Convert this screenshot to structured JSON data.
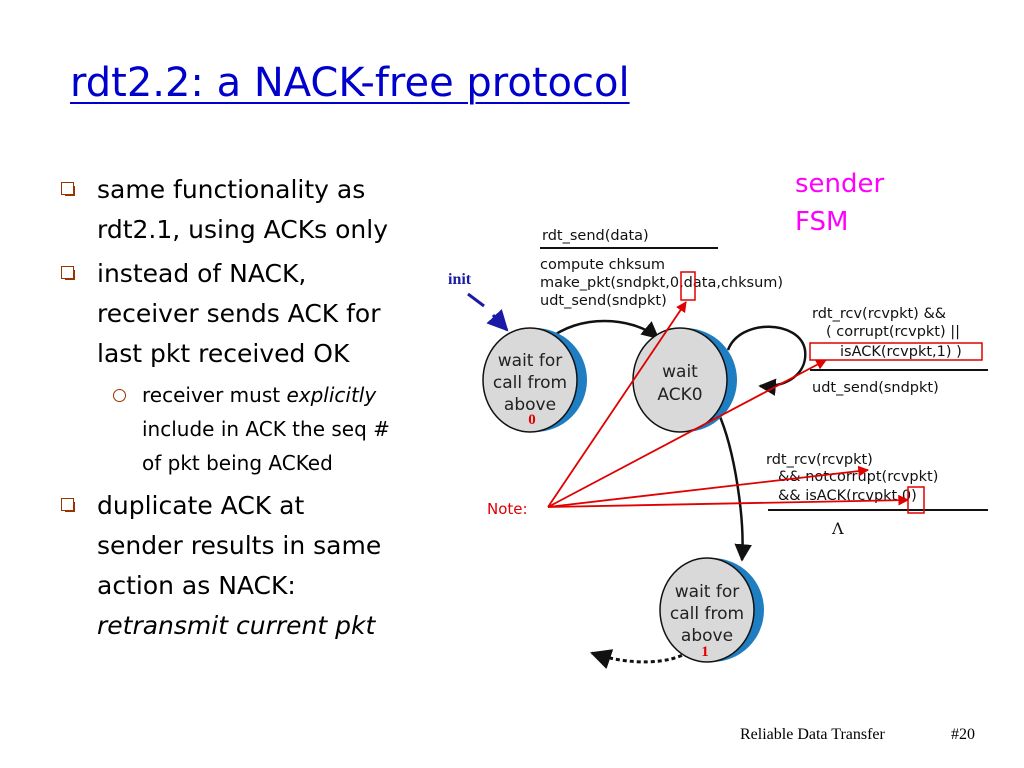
{
  "slide": {
    "title": "rdt2.2: a NACK-free protocol",
    "bullets": [
      {
        "lines": [
          "same functionality as",
          "rdt2.1, using ACKs only"
        ]
      },
      {
        "lines": [
          "instead of NACK,",
          "receiver sends ACK for",
          "last pkt received OK"
        ]
      },
      {
        "sub_prefix": "receiver must ",
        "sub_emph": "explicitly",
        "sub_lines": [
          "include in ACK the seq #",
          "of pkt being ACKed"
        ]
      },
      {
        "lines": [
          "duplicate ACK at",
          "sender results in same",
          "action as NACK:"
        ],
        "emph": "retransmit current pkt"
      }
    ]
  },
  "fsm": {
    "label_line1": "sender",
    "label_line2": "FSM",
    "label_color": "#ff00ff",
    "init_label": "init",
    "init_color": "#1a1aa6",
    "note_label": "Note:",
    "note_color": "#e00000",
    "arrow_color": "#e00000",
    "states": {
      "wait_call_0": {
        "l1": "wait for",
        "l2": "call from",
        "l3": "above",
        "num": "0"
      },
      "wait_ack0": {
        "l1": "wait",
        "l2": "ACK0"
      },
      "wait_call_1": {
        "l1": "wait for",
        "l2": "call from",
        "l3": "above",
        "num": "1"
      }
    },
    "transitions": {
      "send": {
        "event": "rdt_send(data)",
        "a1": "compute chksum",
        "a2": "make_pkt(sndpkt,0,data,chksum)",
        "a3": "udt_send(sndpkt)"
      },
      "resend": {
        "c1": "rdt_rcv(rcvpkt) &&",
        "c2": "( corrupt(rcvpkt) ||",
        "c3": "isACK(rcvpkt,1) )",
        "action": "udt_send(sndpkt)"
      },
      "ack_ok": {
        "c1": "rdt_rcv(rcvpkt)",
        "c2": "&& notcorrupt(rcvpkt)",
        "c3": "&& isACK(rcvpkt,0)",
        "action": "Λ"
      }
    }
  },
  "footer": {
    "text": "Reliable Data Transfer",
    "page": "#20"
  }
}
